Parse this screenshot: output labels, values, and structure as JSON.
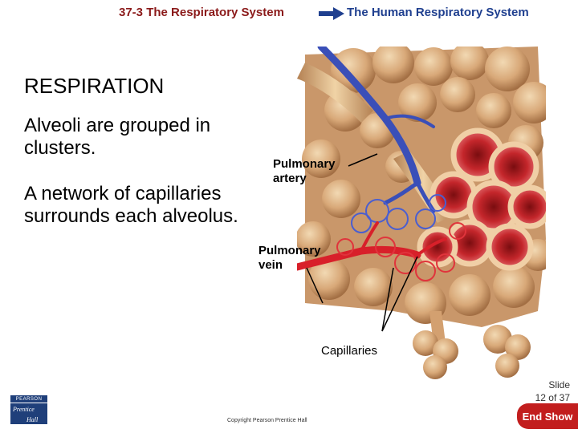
{
  "header": {
    "section": "37-3 The Respiratory System",
    "topic": "The Human Respiratory System"
  },
  "slide": {
    "heading": "RESPIRATION",
    "text1": "Alveoli are grouped in clusters.",
    "text2": "A network of capillaries surrounds each alveolus."
  },
  "labels": {
    "artery_line1": "Pulmonary",
    "artery_line2": "artery",
    "vein_line1": "Pulmonary",
    "vein_line2": "vein",
    "capillaries": "Capillaries"
  },
  "footer": {
    "slide_line1": "Slide",
    "slide_line2": "12 of 37",
    "copyright": "Copyright Pearson Prentice Hall",
    "end_show": "End Show",
    "logo_top": "PEARSON",
    "logo_line1": "Prentice",
    "logo_line2": "Hall"
  },
  "colors": {
    "section": "#8b1a1a",
    "topic": "#1f3f8f",
    "end_show_bg": "#c21e1e"
  }
}
